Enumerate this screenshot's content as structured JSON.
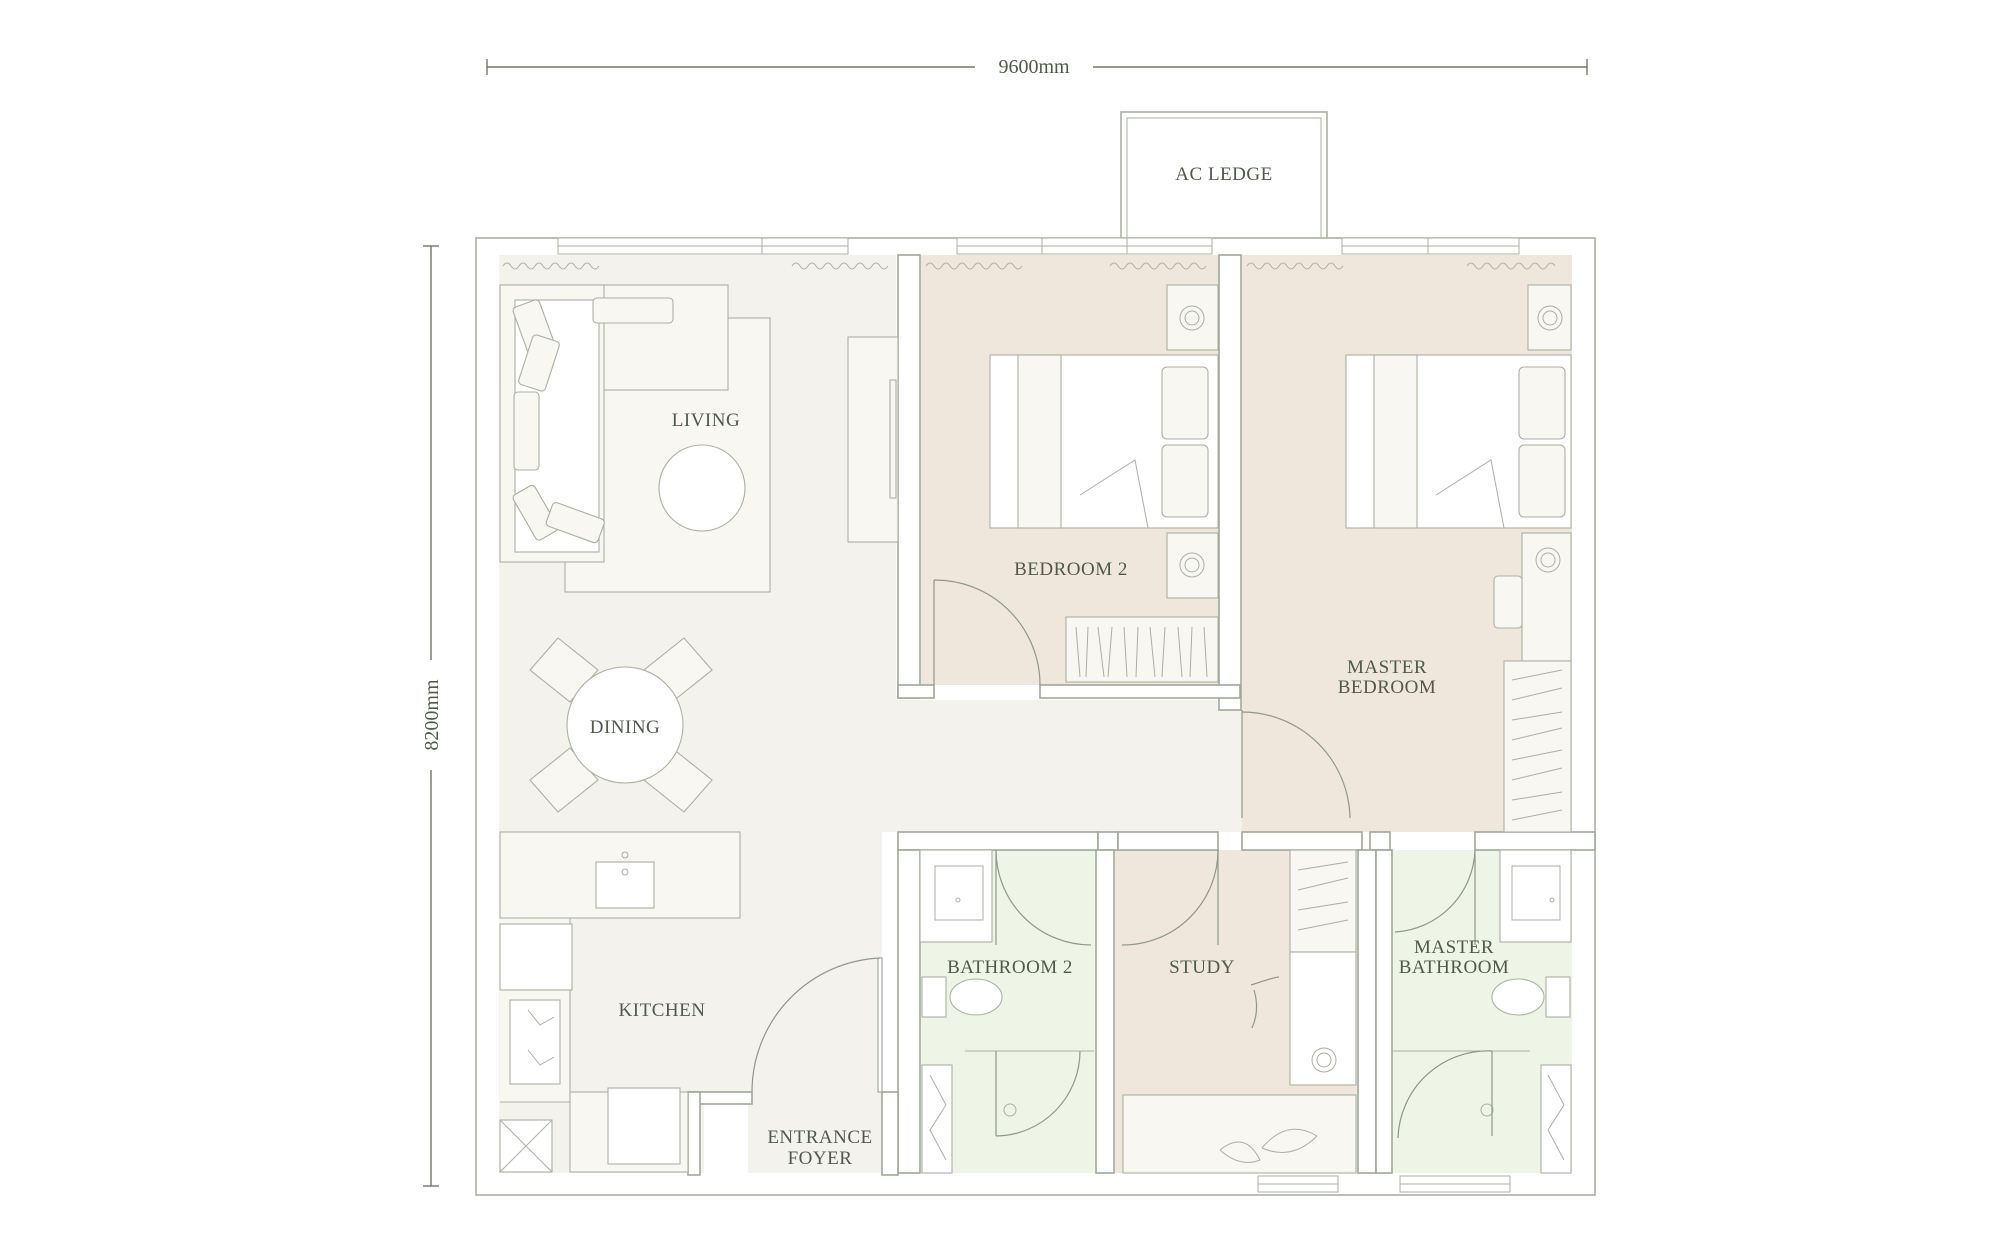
{
  "dimensions": {
    "width_label": "9600mm",
    "height_label": "8200mm"
  },
  "rooms": {
    "ac_ledge": "AC LEDGE",
    "living": "LIVING",
    "bedroom2": "BEDROOM 2",
    "master_bedroom_line1": "MASTER",
    "master_bedroom_line2": "BEDROOM",
    "dining": "DINING",
    "kitchen": "KITCHEN",
    "entrance_line1": "ENTRANCE",
    "entrance_line2": "FOYER",
    "bathroom2": "BATHROOM 2",
    "study": "STUDY",
    "master_bathroom_line1": "MASTER",
    "master_bathroom_line2": "BATHROOM"
  },
  "colors": {
    "living_floor": "#f4f2ec",
    "bedroom_floor": "#efe7dc",
    "bathroom_floor": "#eef4e6",
    "wall_line": "#9fa898",
    "text": "#4f5a4b"
  }
}
